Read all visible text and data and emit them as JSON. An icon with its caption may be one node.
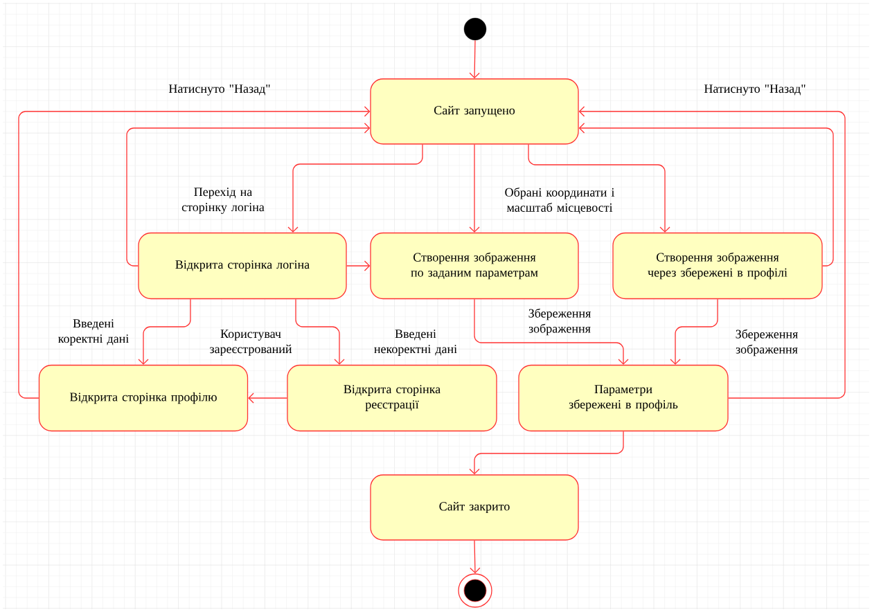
{
  "diagram": {
    "nodes": [
      {
        "text": [],
        "shape": "circle"
      },
      {
        "text": [
          "Сайт запущено"
        ]
      },
      {
        "text": [
          "Відкрита сторінка логіна"
        ]
      },
      {
        "text": [
          "Створення зображення по заданим параметрам"
        ]
      },
      {
        "text": [
          "Створення зображення через збережені в профілі"
        ]
      },
      {
        "text": [
          "Відкрита сторінка профілю"
        ]
      },
      {
        "text": [
          "Відкрита сторінка реєстрації"
        ]
      },
      {
        "text": [
          "Параметри збережені в профіль"
        ]
      },
      {
        "text": [
          "Сайт закрито"
        ]
      },
      {
        "text": [],
        "shape": "circle"
      }
    ],
    "edges": [
      {
        "from": 0,
        "to": 1,
        "arrow": "to"
      },
      {
        "from": 1,
        "to": 2,
        "arrow": "to",
        "label": "Перехід на сторінку логіна"
      },
      {
        "from": 1,
        "to": 3,
        "arrow": "to",
        "label": "Обрані координати і масштаб місцевості"
      },
      {
        "from": 1,
        "to": 4,
        "arrow": "to"
      },
      {
        "from": 2,
        "to": 1,
        "arrow": "to"
      },
      {
        "from": 2,
        "to": 3,
        "arrow": "to"
      },
      {
        "from": 2,
        "to": 5,
        "arrow": "to",
        "label": "Введені коректні дані"
      },
      {
        "from": 2,
        "to": 6,
        "arrow": "to",
        "label": "Введені некоректні дані"
      },
      {
        "from": 6,
        "to": 5,
        "arrow": "to"
      },
      {
        "from": 5,
        "to": 1,
        "arrow": "to",
        "label": "Натиснуто \"Назад\""
      },
      {
        "from": 4,
        "to": 1,
        "arrow": "to"
      },
      {
        "from": 7,
        "to": 1,
        "arrow": "to",
        "label": "Натиснуто \"Назад\""
      },
      {
        "from": 3,
        "to": 7,
        "arrow": "to",
        "label": "Збереження зображення"
      },
      {
        "from": 4,
        "to": 7,
        "arrow": "to",
        "label": "Збереження зображення"
      },
      {
        "from": 7,
        "to": 8,
        "arrow": "to"
      },
      {
        "from": 8,
        "to": 9,
        "arrow": "to"
      }
    ],
    "labels": [
      "Користувач зареєстрований"
    ]
  }
}
